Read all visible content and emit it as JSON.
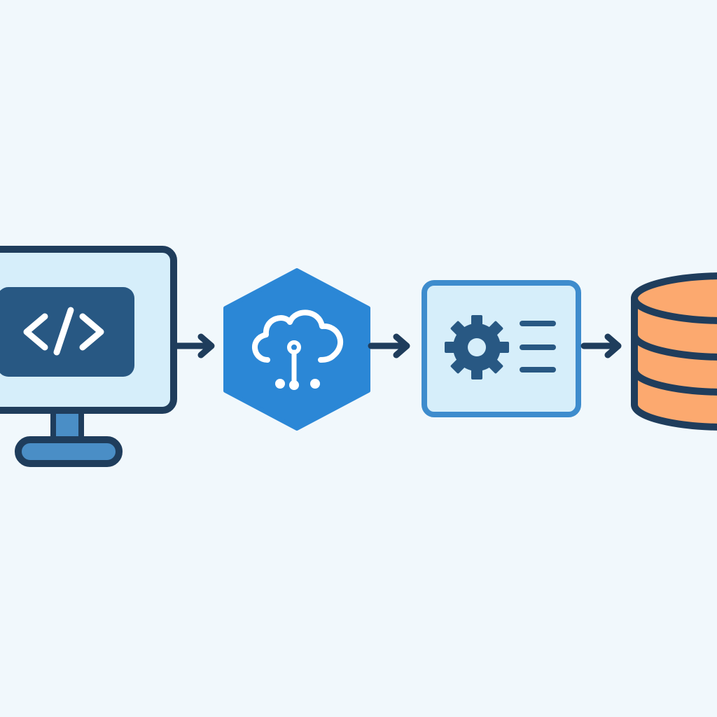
{
  "diagram": {
    "nodes": [
      {
        "id": "client",
        "icon": "monitor-code-icon",
        "code_glyph": "</>"
      },
      {
        "id": "cloud-gateway",
        "icon": "cloud-network-icon"
      },
      {
        "id": "app-server",
        "icon": "gear-settings-panel-icon"
      },
      {
        "id": "database",
        "icon": "database-cylinder-icon"
      }
    ],
    "edges": [
      {
        "from": "client",
        "to": "cloud-gateway",
        "icon": "arrow-right-icon"
      },
      {
        "from": "cloud-gateway",
        "to": "app-server",
        "icon": "arrow-right-icon"
      },
      {
        "from": "app-server",
        "to": "database",
        "icon": "arrow-right-icon"
      }
    ],
    "colors": {
      "background": "#f1f8fc",
      "outline": "#1f3d5c",
      "panel_light": "#d6eefa",
      "code_screen": "#285883",
      "stand": "#4a8ec6",
      "hexagon": "#2b87d6",
      "panel_border": "#3e8ccd",
      "database_fill": "#fca96f",
      "white": "#ffffff"
    }
  }
}
